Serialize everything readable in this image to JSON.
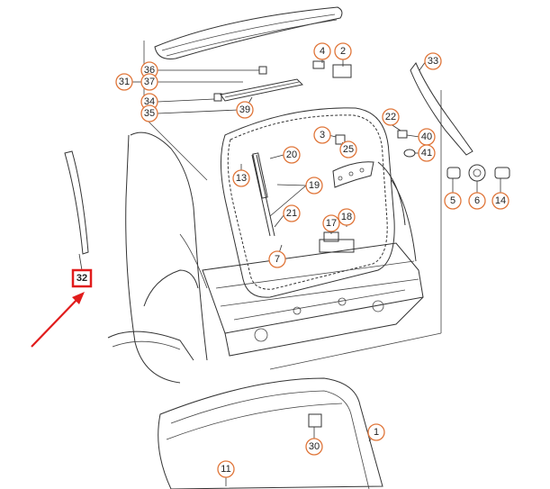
{
  "diagram": {
    "callouts": [
      {
        "id": "36",
        "label": "36"
      },
      {
        "id": "37",
        "label": "37"
      },
      {
        "id": "31",
        "label": "31"
      },
      {
        "id": "34",
        "label": "34"
      },
      {
        "id": "35",
        "label": "35"
      },
      {
        "id": "39",
        "label": "39"
      },
      {
        "id": "4",
        "label": "4"
      },
      {
        "id": "2",
        "label": "2"
      },
      {
        "id": "33",
        "label": "33"
      },
      {
        "id": "22",
        "label": "22"
      },
      {
        "id": "3",
        "label": "3"
      },
      {
        "id": "40",
        "label": "40"
      },
      {
        "id": "41",
        "label": "41"
      },
      {
        "id": "25",
        "label": "25"
      },
      {
        "id": "20",
        "label": "20"
      },
      {
        "id": "13",
        "label": "13"
      },
      {
        "id": "19",
        "label": "19"
      },
      {
        "id": "21",
        "label": "21"
      },
      {
        "id": "17",
        "label": "17"
      },
      {
        "id": "18",
        "label": "18"
      },
      {
        "id": "7",
        "label": "7"
      },
      {
        "id": "5",
        "label": "5"
      },
      {
        "id": "6",
        "label": "6"
      },
      {
        "id": "14",
        "label": "14"
      },
      {
        "id": "1",
        "label": "1"
      },
      {
        "id": "30",
        "label": "30"
      },
      {
        "id": "11",
        "label": "11"
      }
    ],
    "highlighted_part": {
      "label": "32"
    },
    "colors": {
      "callout_stroke": "#e0763a",
      "highlight": "#e11c1c",
      "line": "#333333"
    }
  }
}
